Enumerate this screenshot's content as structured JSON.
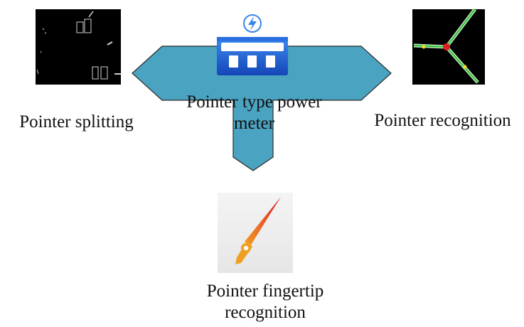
{
  "diagram": {
    "center_label": "Pointer type power meter",
    "left_label": "Pointer splitting",
    "right_label": "Pointer recognition",
    "bottom_label": "Pointer fingertip recognition"
  },
  "colors": {
    "arrow_fill": "#4aa3c1",
    "arrow_stroke": "#2b2b2b",
    "meter_blue": "#1f5fd6",
    "meter_blue_light": "#3d8cf0",
    "panel_black": "#000000",
    "needle_red": "#d8202a",
    "needle_orange": "#f0a020"
  },
  "icons": {
    "center": "power-meter-icon",
    "left": "pointer-splitting-image",
    "right": "pointer-recognition-image",
    "bottom": "pointer-needle-icon"
  }
}
